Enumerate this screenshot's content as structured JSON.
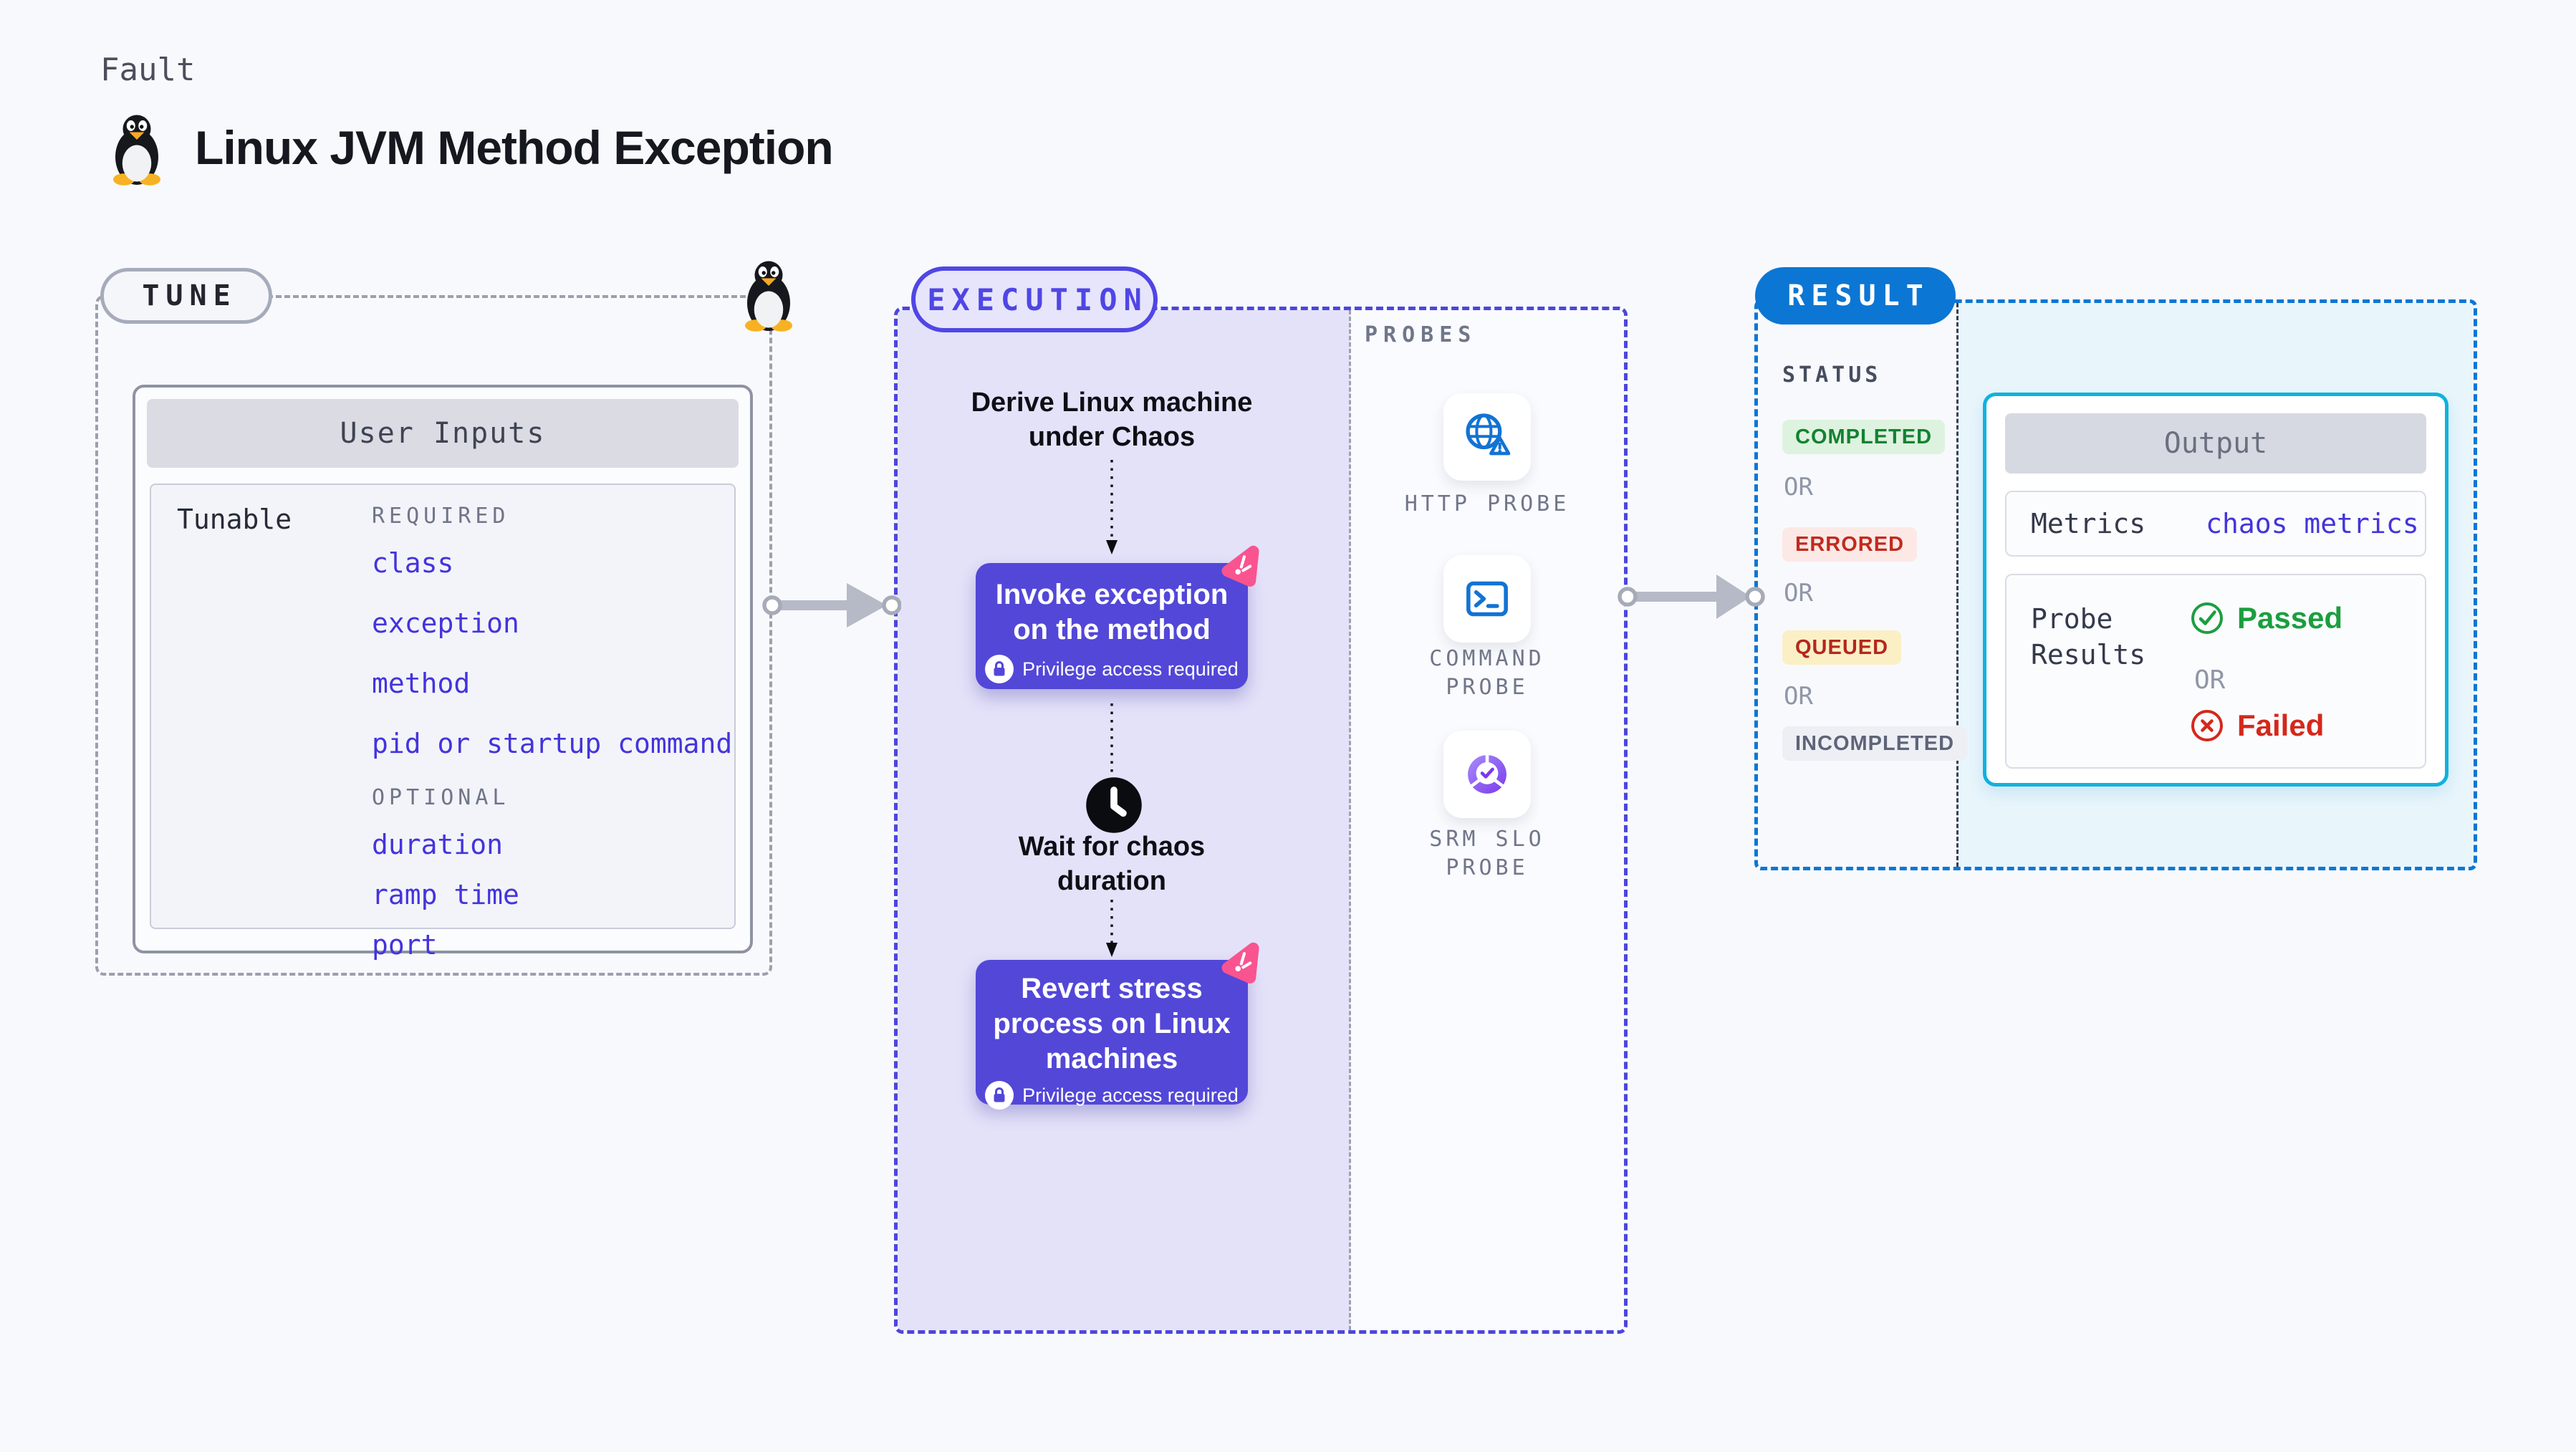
{
  "header": {
    "fault_label": "Fault",
    "title": "Linux JVM Method Exception",
    "icon": "tux-penguin-icon"
  },
  "tune": {
    "pill_label": "TUNE",
    "card_header": "User Inputs",
    "row_label": "Tunable",
    "required_label": "REQUIRED",
    "required_items": [
      "class",
      "exception",
      "method",
      "pid or startup command"
    ],
    "optional_label": "OPTIONAL",
    "optional_items": [
      "duration",
      "ramp time",
      "port"
    ],
    "item_color": "#4334DC"
  },
  "execution": {
    "pill_label": "EXECUTION",
    "derive_line1": "Derive Linux machine",
    "derive_line2": "under Chaos",
    "invoke_line1": "Invoke exception",
    "invoke_line2": "on the method",
    "privilege_note": "Privilege access required",
    "wait_line1": "Wait for chaos",
    "wait_line2": "duration",
    "revert_line1": "Revert stress",
    "revert_line2": "process on Linux",
    "revert_line3": "machines",
    "box_color": "#5347D8",
    "lane_color": "#E4E2F9"
  },
  "probes": {
    "label": "PROBES",
    "items": [
      {
        "name": "HTTP PROBE",
        "line1": "HTTP PROBE",
        "line2": "",
        "icon": "globe-alert-icon"
      },
      {
        "name": "COMMAND PROBE",
        "line1": "COMMAND",
        "line2": "PROBE",
        "icon": "terminal-icon"
      },
      {
        "name": "SRM SLO PROBE",
        "line1": "SRM SLO",
        "line2": "PROBE",
        "icon": "slo-pie-icon"
      }
    ]
  },
  "result": {
    "pill_label": "RESULT",
    "pill_color": "#0B76D4",
    "status_label": "STATUS",
    "or_label": "OR",
    "statuses": [
      {
        "label": "COMPLETED",
        "bg": "#DEF3DF",
        "color": "#128233"
      },
      {
        "label": "ERRORED",
        "bg": "#FCE9E6",
        "color": "#C22A1D"
      },
      {
        "label": "QUEUED",
        "bg": "#FBF0C5",
        "color": "#B4271E"
      },
      {
        "label": "INCOMPLETED",
        "bg": "#EEEFF5",
        "color": "#5E6478"
      }
    ],
    "output": {
      "header": "Output",
      "metrics_label": "Metrics",
      "metrics_value": "chaos metrics",
      "probe_results_line1": "Probe",
      "probe_results_line2": "Results",
      "passed_label": "Passed",
      "or_label": "OR",
      "failed_label": "Failed",
      "passed_color": "#1B9E3F",
      "failed_color": "#D4281C",
      "border_color": "#0FB2DC"
    }
  }
}
